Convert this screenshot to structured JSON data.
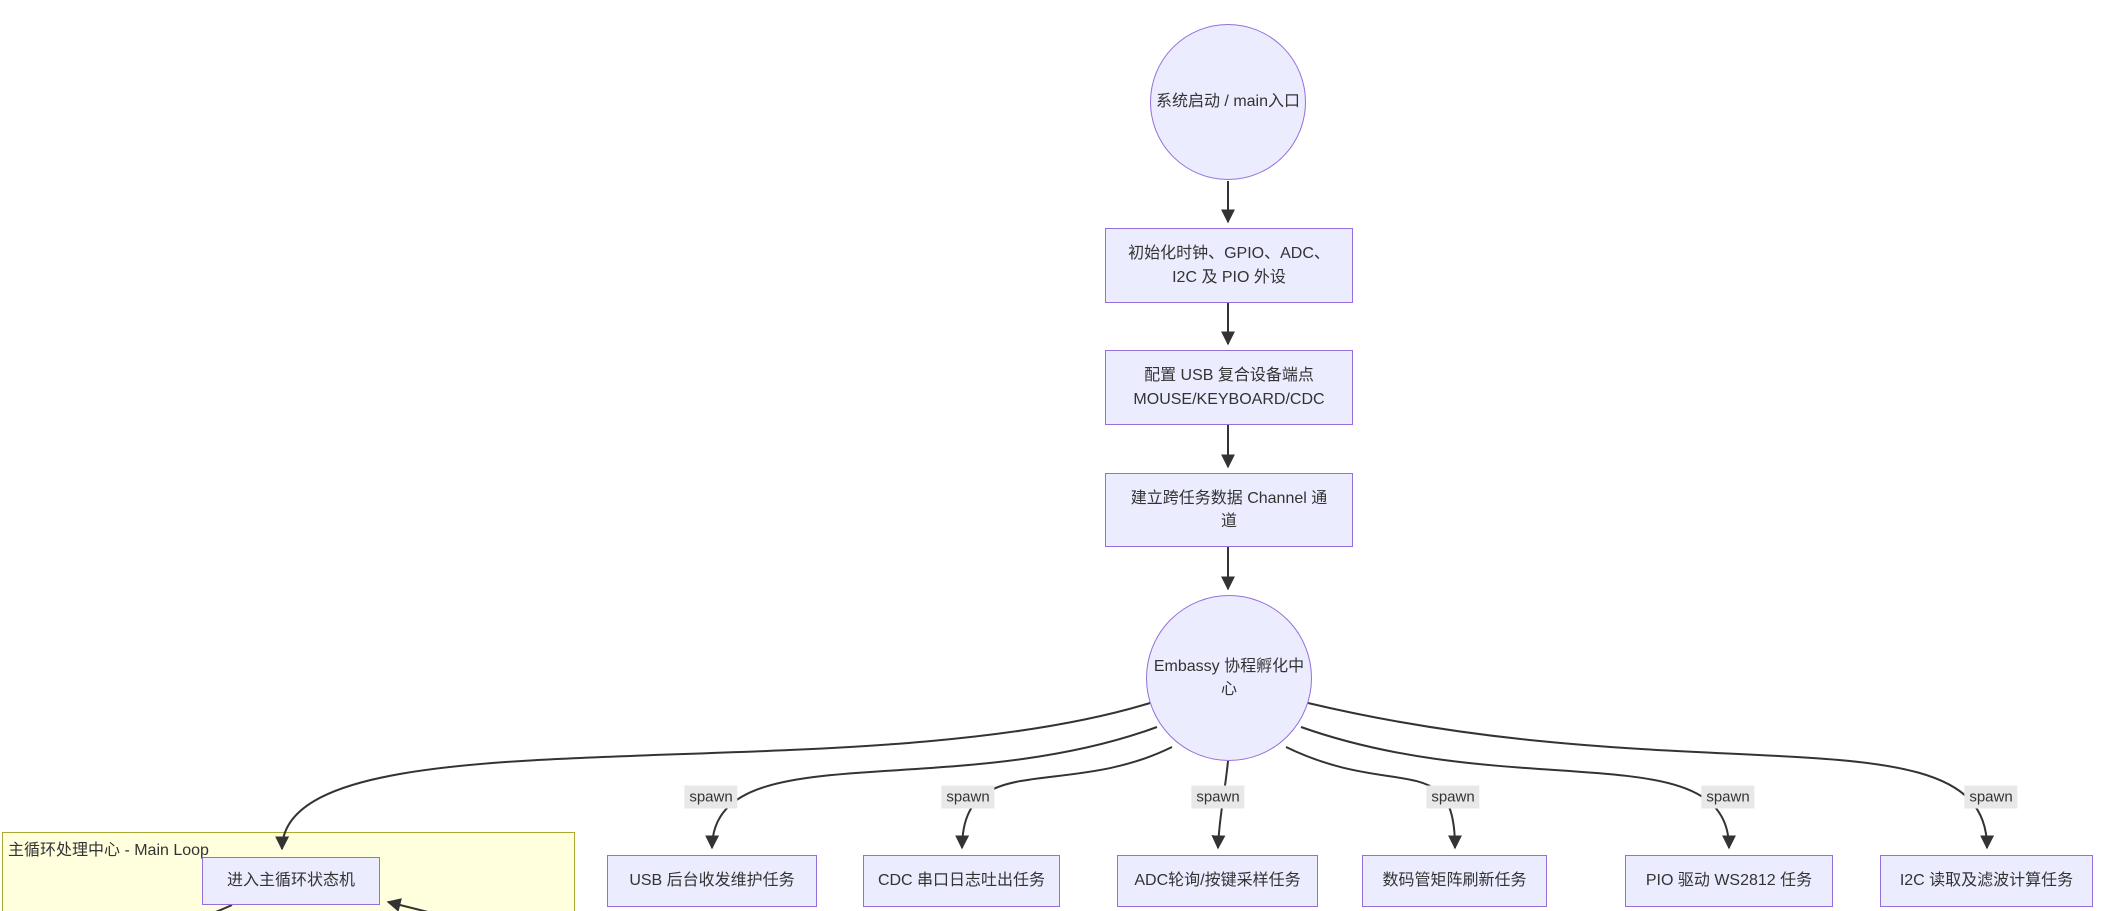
{
  "diagram": {
    "type": "flowchart-top-down",
    "edge_label": "spawn",
    "colors": {
      "node_fill": "#ECECFF",
      "node_border": "#9370DB",
      "cluster_fill": "#FFFFDE",
      "cluster_border": "#AAAA33",
      "edge": "#333333",
      "edge_label_bg": "#E8E8E8",
      "text": "#333333"
    },
    "cluster": {
      "label": "主循环处理中心 - Main Loop"
    },
    "nodes": {
      "start": {
        "shape": "circle",
        "label": "系统启动 / main入口"
      },
      "init": {
        "shape": "rect",
        "line1": "初始化时钟、GPIO、ADC、",
        "line2": "I2C 及 PIO 外设"
      },
      "usb_cfg": {
        "shape": "rect",
        "line1": "配置 USB 复合设备端点",
        "line2": "MOUSE/KEYBOARD/CDC"
      },
      "channel": {
        "shape": "rect",
        "line1": "建立跨任务数据 Channel 通",
        "line2": "道"
      },
      "spawner": {
        "shape": "circle",
        "label": "Embassy 协程孵化中心"
      },
      "main_loop": {
        "shape": "rect",
        "label": "进入主循环状态机"
      },
      "usb_task": {
        "shape": "rect",
        "label": "USB 后台收发维护任务"
      },
      "cdc_task": {
        "shape": "rect",
        "label": "CDC 串口日志吐出任务"
      },
      "adc_task": {
        "shape": "rect",
        "label": "ADC轮询/按键采样任务"
      },
      "seg_task": {
        "shape": "rect",
        "label": "数码管矩阵刷新任务"
      },
      "pio_task": {
        "shape": "rect",
        "label": "PIO 驱动 WS2812 任务"
      },
      "i2c_task": {
        "shape": "rect",
        "label": "I2C 读取及滤波计算任务"
      }
    },
    "edges": [
      {
        "from": "start",
        "to": "init"
      },
      {
        "from": "init",
        "to": "usb_cfg"
      },
      {
        "from": "usb_cfg",
        "to": "channel"
      },
      {
        "from": "channel",
        "to": "spawner"
      },
      {
        "from": "spawner",
        "to": "main_loop"
      },
      {
        "from": "spawner",
        "to": "usb_task",
        "label": "spawn"
      },
      {
        "from": "spawner",
        "to": "cdc_task",
        "label": "spawn"
      },
      {
        "from": "spawner",
        "to": "adc_task",
        "label": "spawn"
      },
      {
        "from": "spawner",
        "to": "seg_task",
        "label": "spawn"
      },
      {
        "from": "spawner",
        "to": "pio_task",
        "label": "spawn"
      },
      {
        "from": "spawner",
        "to": "i2c_task",
        "label": "spawn"
      }
    ]
  }
}
